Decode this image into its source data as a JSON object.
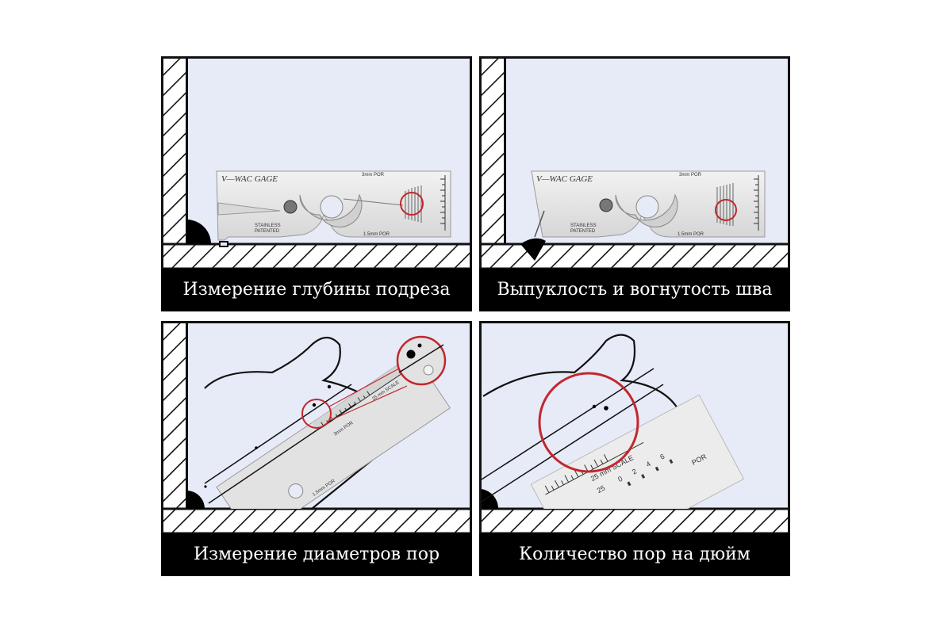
{
  "panels": [
    {
      "caption": "Измерение глубины подреза"
    },
    {
      "caption": "Выпуклость и вогнутость шва"
    },
    {
      "caption": "Измерение диаметров пор"
    },
    {
      "caption": "Количество пор на дюйм"
    }
  ],
  "gauge": {
    "title": "V—WAC  GAGE",
    "label_3mm": "3mm POR",
    "label_15mm": "1.5mm POR",
    "label_stainless": "STAINLESS",
    "label_patented": "PATENTED",
    "label_scale": "25 mm SCALE",
    "label_por": "POR"
  },
  "scale_ticks": [
    "25",
    "0",
    "2",
    "4",
    "6"
  ],
  "colors": {
    "background": "#e7ebf8",
    "outline": "#111111",
    "caption_bg": "#000000",
    "caption_text": "#ffffff",
    "highlight": "#c0282d",
    "gauge": "#e6e6e6"
  }
}
